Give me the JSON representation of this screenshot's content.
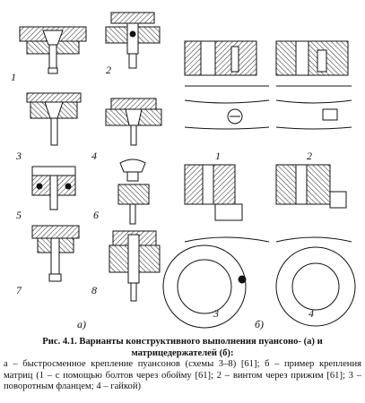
{
  "figure": {
    "panel_a_label": "а)",
    "panel_b_label": "б)",
    "scheme_numbers_a": [
      "1",
      "2",
      "3",
      "4",
      "5",
      "6",
      "7",
      "8"
    ],
    "scheme_numbers_b": [
      "1",
      "2",
      "3",
      "4"
    ]
  },
  "caption": {
    "title": "Рис. 4.1. Варианты конструктивного выполнения пуансоно- (а) и матрицедержателей (б):",
    "body": "а – быстросменное крепление пуансонов (схемы 3–8) [61]; б – пример крепления матриц (1 – с помощью болтов через обойму [61]; 2 – винтом через прижим [61]; 3 – поворотным фланцем; 4 – гайкой)"
  }
}
